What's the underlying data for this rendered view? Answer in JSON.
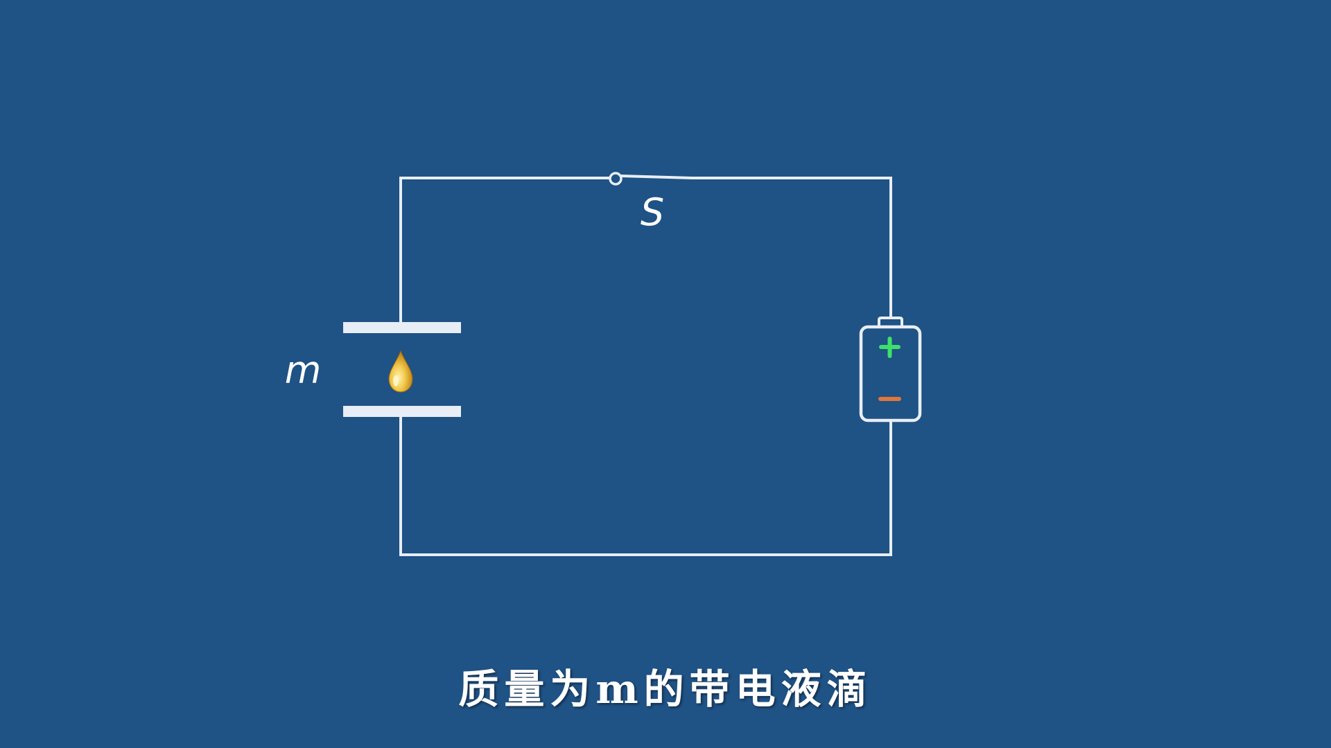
{
  "diagram": {
    "switch_label": "S",
    "mass_label": "m",
    "components": {
      "switch": "open-switch",
      "capacitor": "parallel-plate-capacitor",
      "droplet": "charged-droplet-icon",
      "battery": "battery-icon",
      "battery_positive": "plus-icon",
      "battery_negative": "minus-icon"
    },
    "colors": {
      "background": "#1f5285",
      "wire": "#e8eef5",
      "battery_positive": "#3ee06a",
      "battery_negative": "#e0763a",
      "droplet_light": "#f5d96b",
      "droplet_dark": "#c98a14"
    }
  },
  "caption": {
    "text": "质量为m的带电液滴"
  }
}
